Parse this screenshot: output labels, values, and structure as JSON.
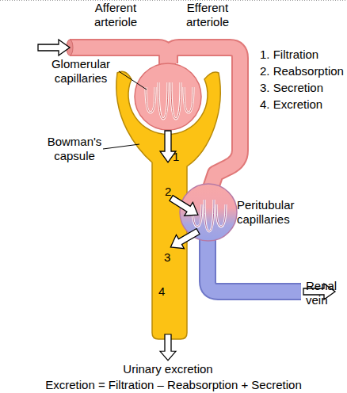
{
  "diagram": {
    "caption": "Excretion = Filtration – Reabsorption + Secretion",
    "labels": [
      "Afferent arteriole",
      "Efferent arteriole",
      "1. Filtration",
      "2. Reabsorption",
      "3. Secretion",
      "4. Excretion",
      "Glomerular capillaries",
      "Bowman's capsule",
      "1",
      "2",
      "Peritubular capillaries",
      "3",
      "4",
      "Renal vein",
      "Urinary excretion"
    ]
  }
}
